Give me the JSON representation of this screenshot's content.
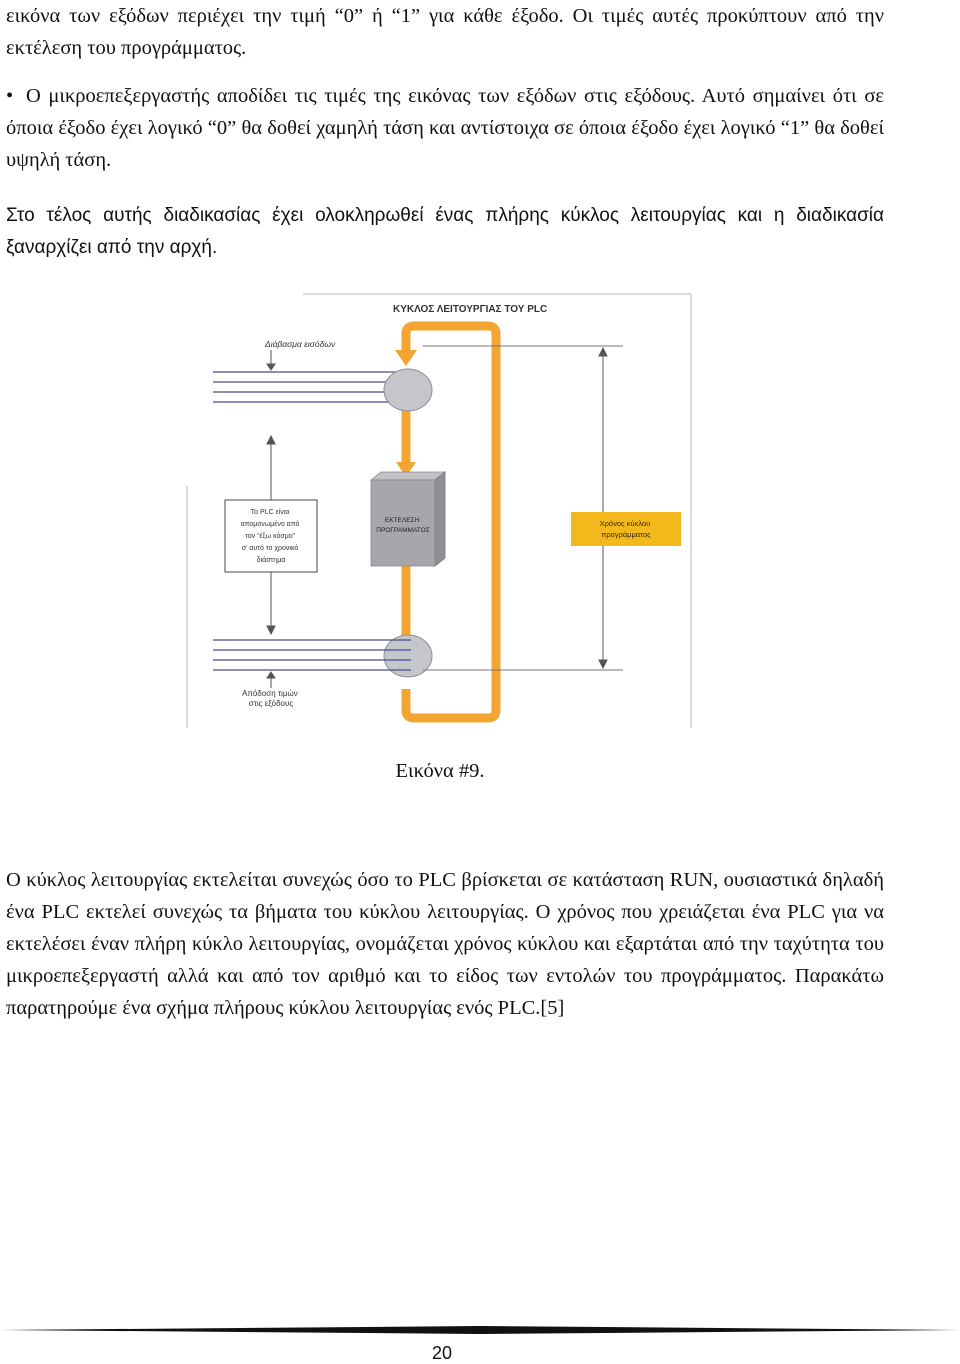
{
  "paragraphs": {
    "top": "εικόνα των εξόδων περιέχει την τιμή “0” ή “1” για κάθε έξοδο. Οι τιμές αυτές προκύπτουν από την εκτέλεση του προγράμματος.",
    "bullet": "Ο μικροεπεξεργαστής αποδίδει τις τιμές της εικόνας των εξόδων στις εξόδους. Αυτό σημαίνει ότι σε όποια έξοδο έχει λογικό “0” θα δοθεί χαμηλή τάση και αντίστοιχα σε όποια έξοδο έχει λογικό “1” θα δοθεί υψηλή τάση.",
    "end_cycle": "Στο τέλος αυτής διαδικασίας έχει ολοκληρωθεί ένας πλήρης κύκλος λειτουργίας και η διαδικασία ξαναρχίζει από την αρχή.",
    "run": "Ο κύκλος λειτουργίας εκτελείται συνεχώς όσο το PLC βρίσκεται σε κατάσταση RUN, ουσιαστικά δηλαδή ένα PLC εκτελεί συνεχώς τα βήματα του κύκλου λειτουργίας. Ο χρόνος που χρειάζεται ένα PLC για να εκτελέσει έναν πλήρη κύκλο λειτουργίας, ονομάζεται χρόνος κύκλου και εξαρτάται από την ταχύτητα του μικροεπεξεργαστή αλλά και από τον αριθμό και το είδος των εντολών του προγράμματος. Παρακάτω παρατηρούμε ένα σχήμα πλήρους κύκλου λειτουργίας ενός PLC.[5]"
  },
  "bullet_symbol": "•",
  "figure": {
    "title": "ΚΥΚΛΟΣ ΛΕΙΤΟΥΡΓΙΑΣ ΤΟΥ PLC",
    "read_inputs": "Διάβασμα εισόδων",
    "isolated_lines": [
      "Το PLC είναι",
      "απομονωμένο από",
      "τον “έξω κόσμο”",
      "σ' αυτό το χρονικό",
      "διάστημα"
    ],
    "execute_lines": [
      "ΕΚΤΕΛΕΣΗ",
      "ΠΡΟΓΡΑΜΜΑΤΟΣ"
    ],
    "cycle_time_lines": [
      "Χρόνος κύκλου",
      "προγράμματος"
    ],
    "write_outputs_lines": [
      "Απόδοση τιμών",
      "στις εξόδους"
    ],
    "colors": {
      "arrow": "#f2a531",
      "cycle_box": "#f3b81c",
      "processor": "#a7a7ab",
      "ellipse": "#c5c6cc",
      "border": "#bbbbbb"
    }
  },
  "caption": "Εικόνα #9.",
  "page_number": "20"
}
